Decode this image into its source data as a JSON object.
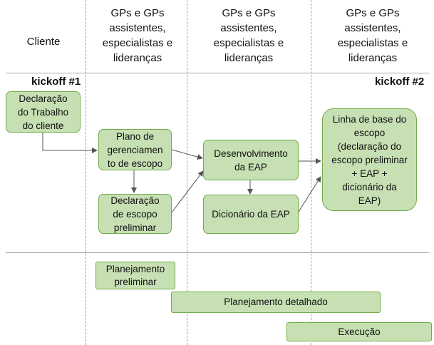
{
  "columns": [
    {
      "label": "Cliente"
    },
    {
      "label": "GPs e GPs assistentes, especialistas e lideranças"
    },
    {
      "label": "GPs e GPs assistentes, especialistas e lideranças"
    },
    {
      "label": "GPs e GPs assistentes, especialistas e lideranças"
    }
  ],
  "milestones": {
    "kickoff1": "kickoff #1",
    "kickoff2": "kickoff #2"
  },
  "boxes": {
    "declaracao_trabalho": "Declaração do Trabalho do cliente",
    "plano_gerenciamento": "Plano de gerenciamen to de escopo",
    "declaracao_preliminar": "Declaração de escopo preliminar",
    "desenvolvimento_eap": "Desenvolvimento da EAP",
    "dicionario_eap": "Dicionário da EAP",
    "linha_base": "Linha de base do escopo (declaração do escopo preliminar + EAP + dicionário da EAP)"
  },
  "phases": {
    "planejamento_preliminar": "Planejamento preliminar",
    "planejamento_detalhado": "Planejamento detalhado",
    "execucao": "Execução"
  },
  "colors": {
    "box_fill": "#c6e0b4",
    "box_border": "#70ad47",
    "arrow": "#555555",
    "divider": "#a8a8a8"
  }
}
